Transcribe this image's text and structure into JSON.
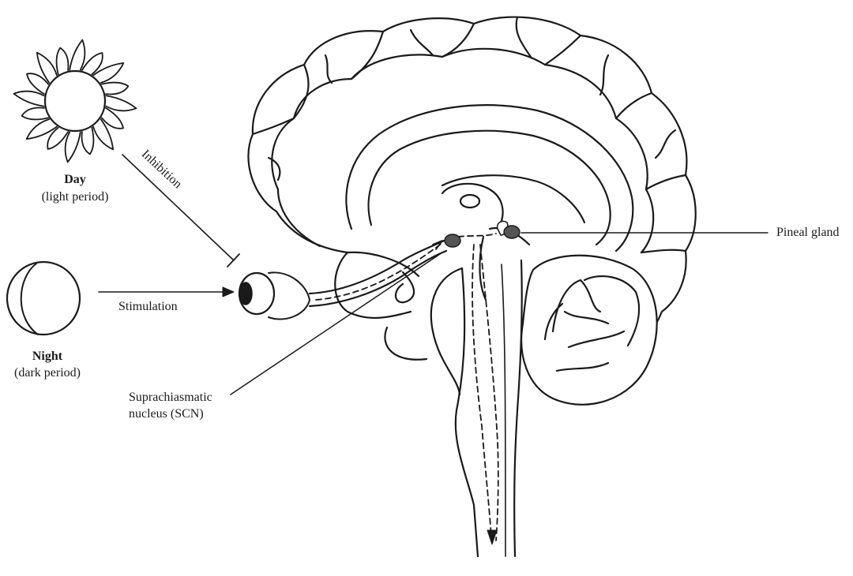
{
  "day": {
    "title": "Day",
    "subtitle": "(light period)"
  },
  "night": {
    "title": "Night",
    "subtitle": "(dark period)"
  },
  "inhibition_label": "Inhibition",
  "stimulation_label": "Stimulation",
  "scn_label_line1": "Suprachiasmatic",
  "scn_label_line2": "nucleus (SCN)",
  "pineal_label": "Pineal gland",
  "colors": {
    "line": "#1a1a1a",
    "structure_fill": "#555555",
    "background": "#ffffff"
  }
}
